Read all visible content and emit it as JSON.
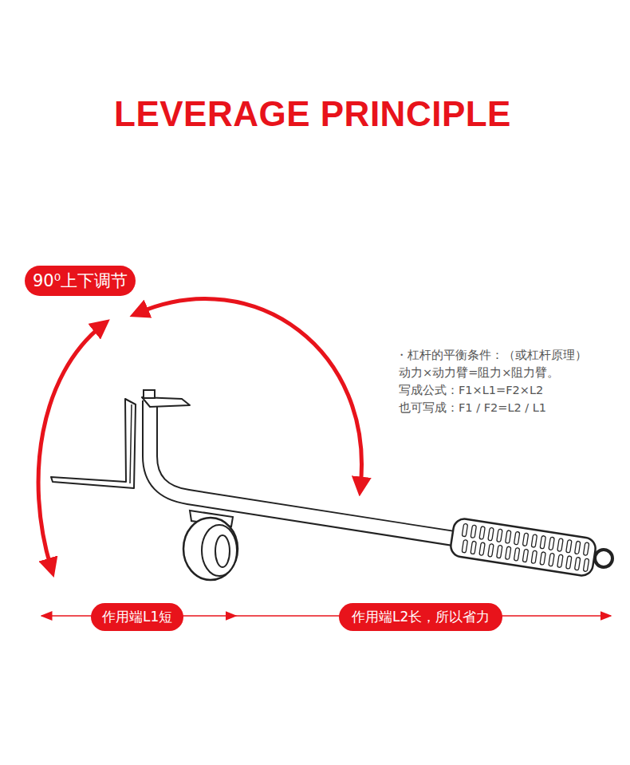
{
  "diagram": {
    "title": "LEVERAGE PRINCIPLE",
    "nodes": [
      {
        "text": [
          "90⁰上下调节"
        ]
      },
      {
        "text": [
          "作用端L1短"
        ]
      },
      {
        "text": [
          "作用端L2长，所以省力"
        ]
      }
    ],
    "labels": [
      "・杠杆的平衡条件：（或杠杆原理）",
      "动力×动力臂=阻力×阻力臂。",
      "写成公式：F1×L1=F2×L2",
      "也可写成：F1 / F2=L2 / L1"
    ]
  }
}
